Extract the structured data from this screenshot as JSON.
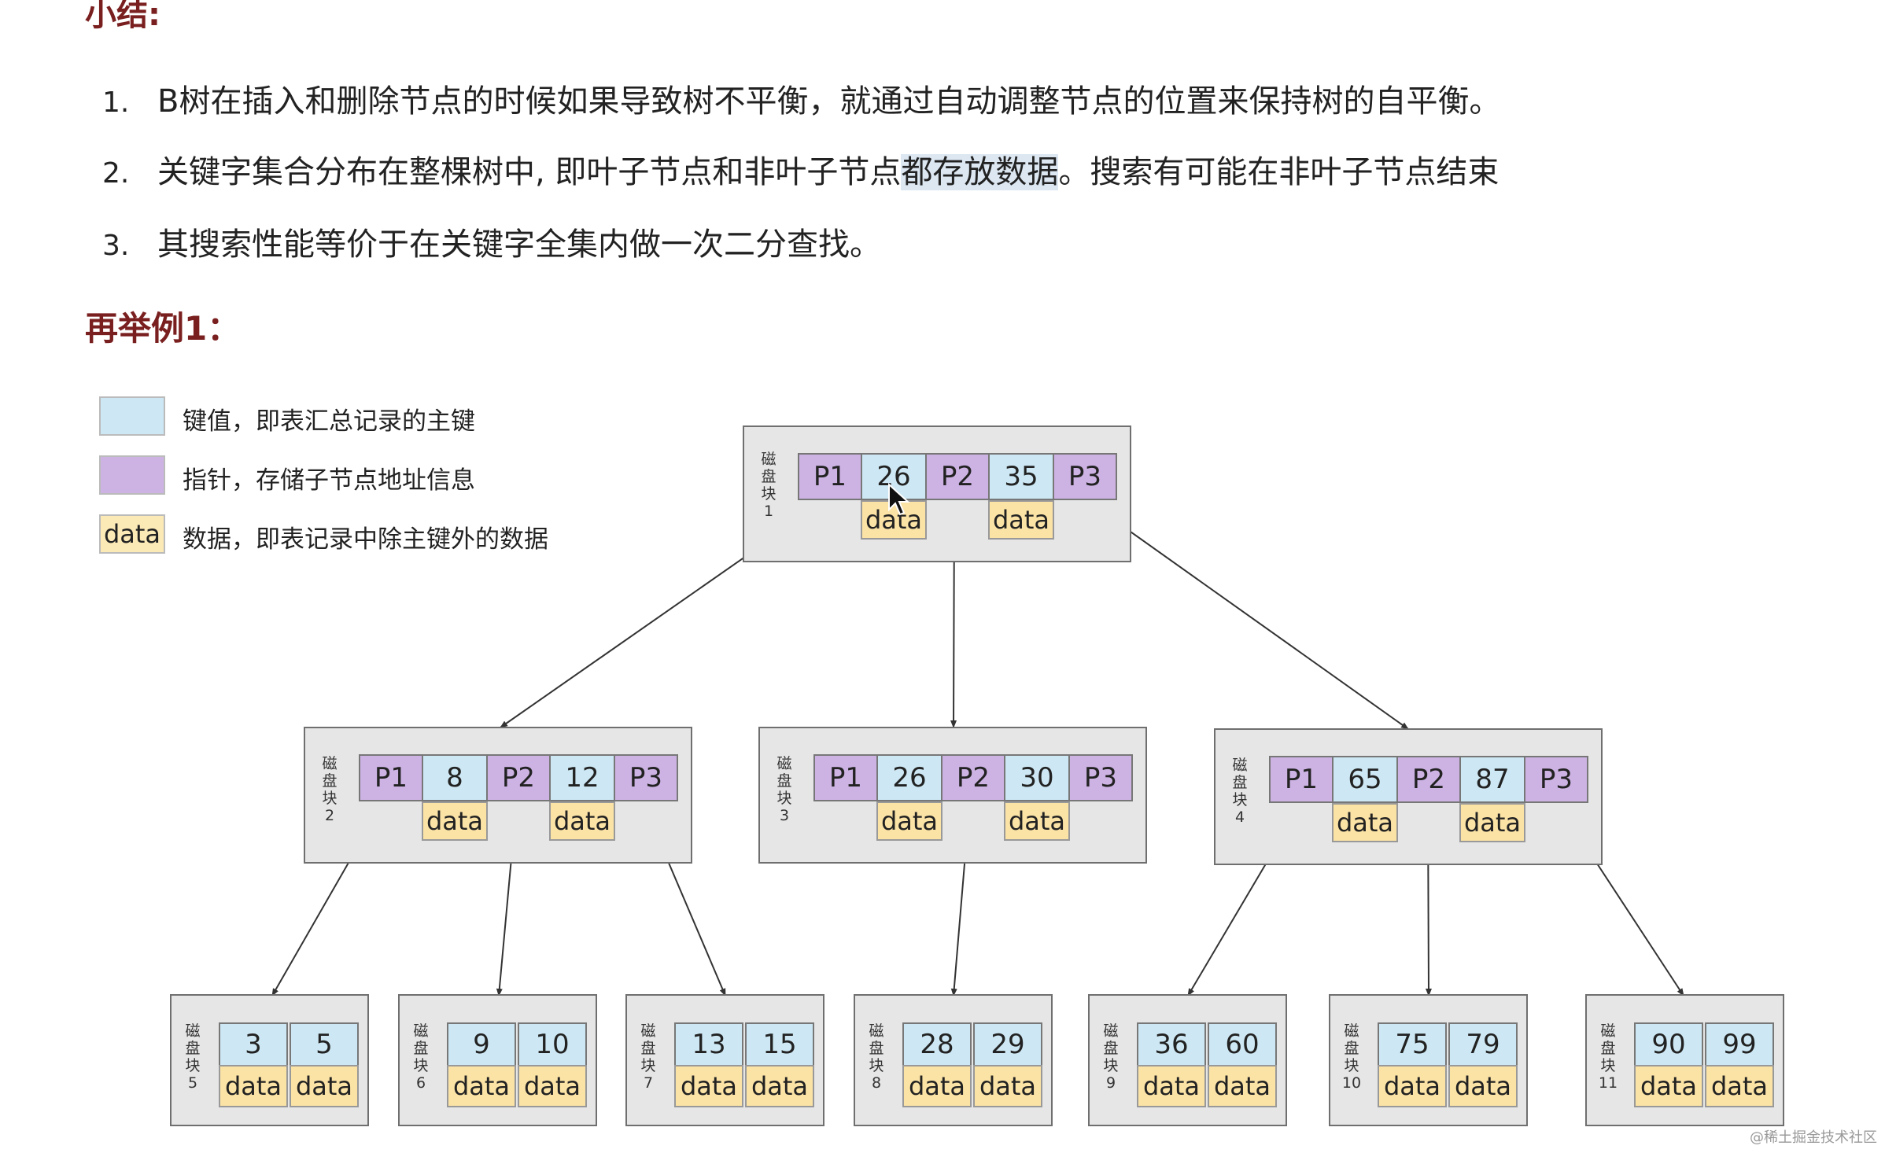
{
  "summary_heading": "小结:",
  "summary_items": [
    {
      "num": "1.",
      "text": "B树在插入和删除节点的时候如果导致树不平衡，就通过自动调整节点的位置来保持树的自平衡。"
    },
    {
      "num": "2.",
      "text_before": "关键字集合分布在整棵树中, 即叶子节点和非叶子节点",
      "text_highlight": "都存放数据",
      "text_after": "。搜索有可能在非叶子节点结束"
    },
    {
      "num": "3.",
      "text": "其搜索性能等价于在关键字全集内做一次二分查找。"
    }
  ],
  "example_heading": "再举例1：",
  "legend": {
    "key": "键值，即表汇总记录的主键",
    "pointer": "指针，存储子节点地址信息",
    "data_box": "data",
    "data": "数据，即表记录中除主键外的数据"
  },
  "disk_label_chars": [
    "磁",
    "盘",
    "块"
  ],
  "internal_nodes": [
    {
      "disk": "1",
      "p1": "P1",
      "k1": "26",
      "p2": "P2",
      "k2": "35",
      "p3": "P3",
      "d1": "data",
      "d2": "data"
    },
    {
      "disk": "2",
      "p1": "P1",
      "k1": "8",
      "p2": "P2",
      "k2": "12",
      "p3": "P3",
      "d1": "data",
      "d2": "data"
    },
    {
      "disk": "3",
      "p1": "P1",
      "k1": "26",
      "p2": "P2",
      "k2": "30",
      "p3": "P3",
      "d1": "data",
      "d2": "data"
    },
    {
      "disk": "4",
      "p1": "P1",
      "k1": "65",
      "p2": "P2",
      "k2": "87",
      "p3": "P3",
      "d1": "data",
      "d2": "data"
    }
  ],
  "leaf_nodes": [
    {
      "disk": "5",
      "k1": "3",
      "k2": "5",
      "d1": "data",
      "d2": "data"
    },
    {
      "disk": "6",
      "k1": "9",
      "k2": "10",
      "d1": "data",
      "d2": "data"
    },
    {
      "disk": "7",
      "k1": "13",
      "k2": "15",
      "d1": "data",
      "d2": "data"
    },
    {
      "disk": "8",
      "k1": "28",
      "k2": "29",
      "d1": "data",
      "d2": "data"
    },
    {
      "disk": "9",
      "k1": "36",
      "k2": "60",
      "d1": "data",
      "d2": "data"
    },
    {
      "disk": "10",
      "k1": "75",
      "k2": "79",
      "d1": "data",
      "d2": "data"
    },
    {
      "disk": "11",
      "k1": "90",
      "k2": "99",
      "d1": "data",
      "d2": "data"
    }
  ],
  "watermark": "@稀土掘金技术社区",
  "colors": {
    "pointer": "#cdb3e4",
    "key": "#cde8f4",
    "data": "#fbe3a6",
    "disk_bg": "#e6e6e6",
    "heading": "#7a1f1f"
  }
}
